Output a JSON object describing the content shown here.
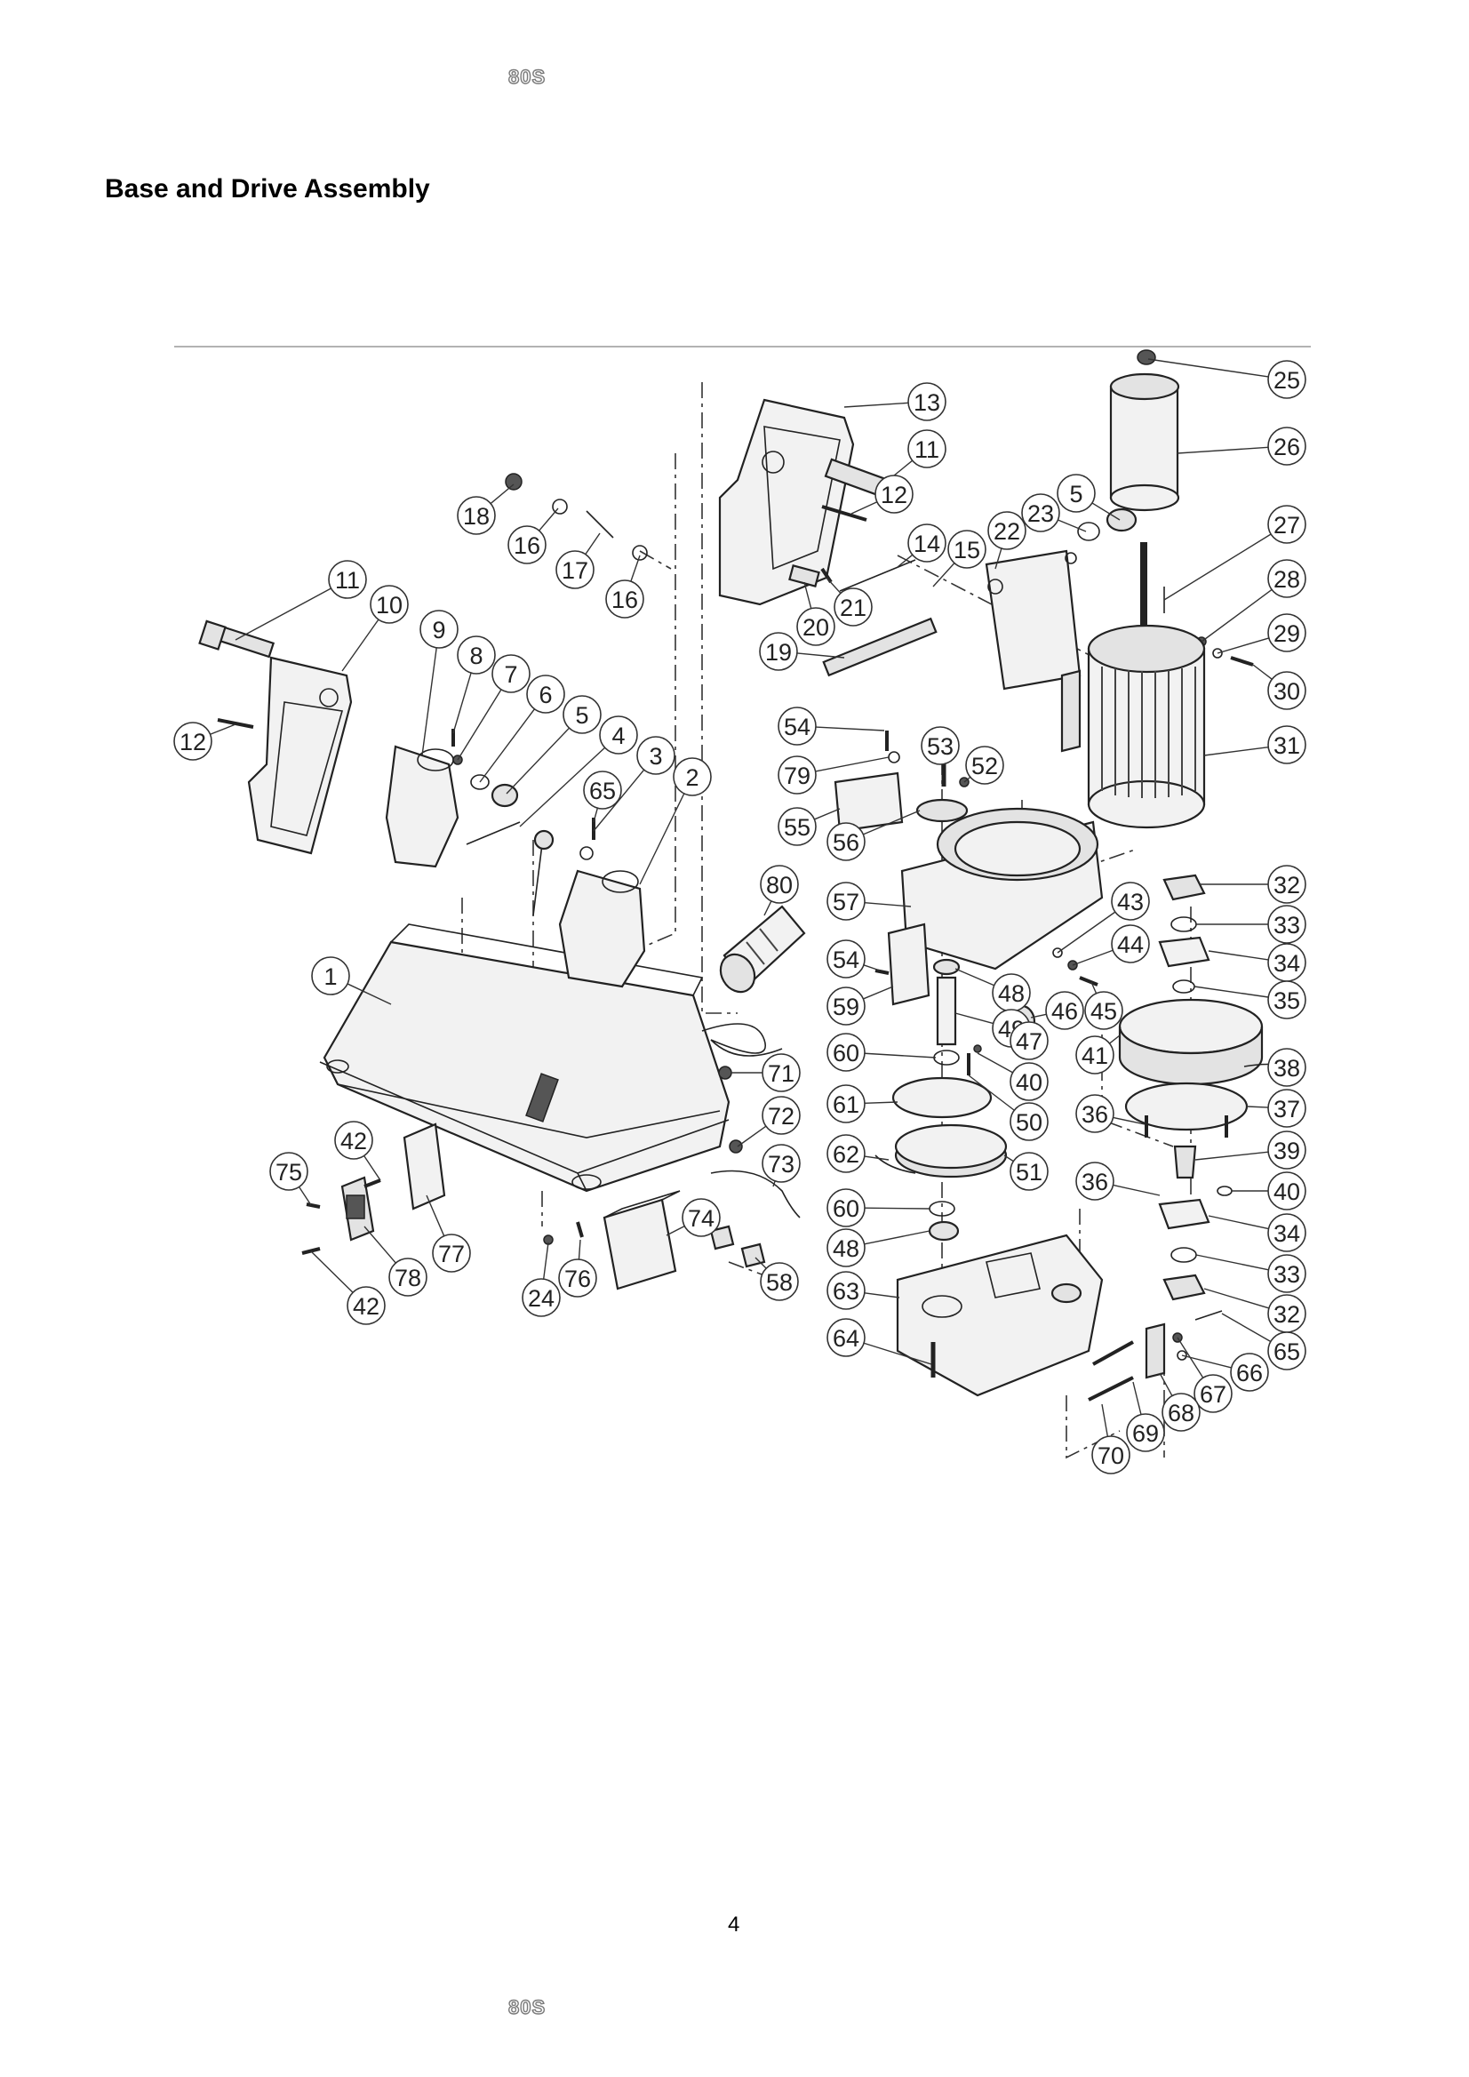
{
  "header": {
    "model": "80S"
  },
  "title": "Base and Drive Assembly",
  "footer": {
    "page_number": "4",
    "model": "80S"
  },
  "diagram": {
    "callouts": [
      {
        "id": "c1",
        "label": "1"
      },
      {
        "id": "c2",
        "label": "2"
      },
      {
        "id": "c3",
        "label": "3"
      },
      {
        "id": "c4",
        "label": "4"
      },
      {
        "id": "c5a",
        "label": "5"
      },
      {
        "id": "c6",
        "label": "6"
      },
      {
        "id": "c7",
        "label": "7"
      },
      {
        "id": "c8",
        "label": "8"
      },
      {
        "id": "c9",
        "label": "9"
      },
      {
        "id": "c10",
        "label": "10"
      },
      {
        "id": "c11a",
        "label": "11"
      },
      {
        "id": "c12a",
        "label": "12"
      },
      {
        "id": "c18",
        "label": "18"
      },
      {
        "id": "c16a",
        "label": "16"
      },
      {
        "id": "c17",
        "label": "17"
      },
      {
        "id": "c16b",
        "label": "16"
      },
      {
        "id": "c13",
        "label": "13"
      },
      {
        "id": "c11b",
        "label": "11"
      },
      {
        "id": "c12b",
        "label": "12"
      },
      {
        "id": "c14",
        "label": "14"
      },
      {
        "id": "c15",
        "label": "15"
      },
      {
        "id": "c20",
        "label": "20"
      },
      {
        "id": "c21",
        "label": "21"
      },
      {
        "id": "c19",
        "label": "19"
      },
      {
        "id": "c22",
        "label": "22"
      },
      {
        "id": "c23",
        "label": "23"
      },
      {
        "id": "c5b",
        "label": "5"
      },
      {
        "id": "c25",
        "label": "25"
      },
      {
        "id": "c26",
        "label": "26"
      },
      {
        "id": "c27",
        "label": "27"
      },
      {
        "id": "c28",
        "label": "28"
      },
      {
        "id": "c29",
        "label": "29"
      },
      {
        "id": "c30",
        "label": "30"
      },
      {
        "id": "c31",
        "label": "31"
      },
      {
        "id": "c54a",
        "label": "54"
      },
      {
        "id": "c79",
        "label": "79"
      },
      {
        "id": "c53",
        "label": "53"
      },
      {
        "id": "c52",
        "label": "52"
      },
      {
        "id": "c55",
        "label": "55"
      },
      {
        "id": "c56",
        "label": "56"
      },
      {
        "id": "c65a",
        "label": "65"
      },
      {
        "id": "c80",
        "label": "80"
      },
      {
        "id": "c57",
        "label": "57"
      },
      {
        "id": "c43",
        "label": "43"
      },
      {
        "id": "c44",
        "label": "44"
      },
      {
        "id": "c54b",
        "label": "54"
      },
      {
        "id": "c59",
        "label": "59"
      },
      {
        "id": "c48a",
        "label": "48"
      },
      {
        "id": "c46",
        "label": "46"
      },
      {
        "id": "c45",
        "label": "45"
      },
      {
        "id": "c49",
        "label": "49"
      },
      {
        "id": "c47",
        "label": "47"
      },
      {
        "id": "c60a",
        "label": "60"
      },
      {
        "id": "c40a",
        "label": "40"
      },
      {
        "id": "c41",
        "label": "41"
      },
      {
        "id": "c71",
        "label": "71"
      },
      {
        "id": "c72",
        "label": "72"
      },
      {
        "id": "c61",
        "label": "61"
      },
      {
        "id": "c50",
        "label": "50"
      },
      {
        "id": "c62",
        "label": "62"
      },
      {
        "id": "c51",
        "label": "51"
      },
      {
        "id": "c73",
        "label": "73"
      },
      {
        "id": "c32a",
        "label": "32"
      },
      {
        "id": "c33a",
        "label": "33"
      },
      {
        "id": "c34a",
        "label": "34"
      },
      {
        "id": "c35",
        "label": "35"
      },
      {
        "id": "c38",
        "label": "38"
      },
      {
        "id": "c36a",
        "label": "36"
      },
      {
        "id": "c37",
        "label": "37"
      },
      {
        "id": "c39",
        "label": "39"
      },
      {
        "id": "c36b",
        "label": "36"
      },
      {
        "id": "c40b",
        "label": "40"
      },
      {
        "id": "c34b",
        "label": "34"
      },
      {
        "id": "c33b",
        "label": "33"
      },
      {
        "id": "c32b",
        "label": "32"
      },
      {
        "id": "c42a",
        "label": "42"
      },
      {
        "id": "c75",
        "label": "75"
      },
      {
        "id": "c77",
        "label": "77"
      },
      {
        "id": "c78",
        "label": "78"
      },
      {
        "id": "c42b",
        "label": "42"
      },
      {
        "id": "c24",
        "label": "24"
      },
      {
        "id": "c76",
        "label": "76"
      },
      {
        "id": "c74",
        "label": "74"
      },
      {
        "id": "c58",
        "label": "58"
      },
      {
        "id": "c60b",
        "label": "60"
      },
      {
        "id": "c48b",
        "label": "48"
      },
      {
        "id": "c63",
        "label": "63"
      },
      {
        "id": "c64",
        "label": "64"
      },
      {
        "id": "c65b",
        "label": "65"
      },
      {
        "id": "c66",
        "label": "66"
      },
      {
        "id": "c67",
        "label": "67"
      },
      {
        "id": "c68",
        "label": "68"
      },
      {
        "id": "c69",
        "label": "69"
      },
      {
        "id": "c70",
        "label": "70"
      }
    ]
  }
}
